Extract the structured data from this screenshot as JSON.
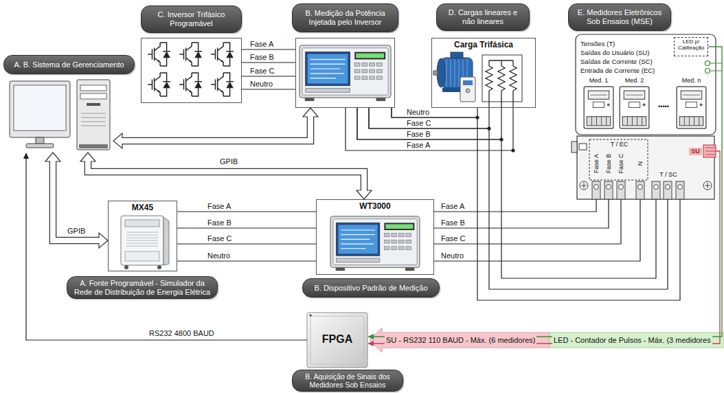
{
  "diagram": {
    "nodes": [
      {
        "text": [
          "A. B. Sistema de Gerenciamento"
        ]
      },
      {
        "text": [
          "C. Inversor Trifásico Programável"
        ]
      },
      {
        "text": [
          "B. Medição da Potência Injetada pelo Inversor"
        ]
      },
      {
        "text": [
          "D. Cargas lineares e não lineares",
          "Carga Trifásica"
        ]
      },
      {
        "text": [
          "E. Medidores Eletrônicos Sob Ensaios (MSE)",
          "Tensões (T)",
          "Saídas do Usuário (SU)",
          "Saídas de Corrente (SC)",
          "Entrada de Corrente (EC)"
        ]
      },
      {
        "text": [
          "LED p/ Calibração"
        ],
        "in": 4
      },
      {
        "text": [
          "Med. 1"
        ],
        "in": 4
      },
      {
        "text": [
          "Med. 2"
        ],
        "in": 4
      },
      {
        "text": [
          "Med. n"
        ],
        "in": 4
      },
      {
        "text": [
          "MX45",
          "A. Fonte Programável - Simulador da Rede de Distribuição de Energia Elétrica"
        ]
      },
      {
        "text": [
          "WT3000",
          "B. Dispositivo Padrão de Medição"
        ]
      },
      {
        "text": [
          "FPGA",
          "B. Aquisição de Sinais dos Medidores Sob Ensaios"
        ]
      }
    ],
    "edges": [
      {
        "from": 1,
        "to": 2,
        "label": "Fase A",
        "arrow": "none"
      },
      {
        "from": 1,
        "to": 2,
        "label": "Fase B",
        "arrow": "none"
      },
      {
        "from": 1,
        "to": 2,
        "label": "Fase C",
        "arrow": "none"
      },
      {
        "from": 1,
        "to": 2,
        "label": "Neutro",
        "arrow": "none"
      },
      {
        "from": 2,
        "to": 0,
        "arrow": "both"
      },
      {
        "from": 0,
        "to": 10,
        "label": "GPIB",
        "arrow": "both"
      },
      {
        "from": 0,
        "to": 9,
        "label": "GPIB",
        "arrow": "both"
      },
      {
        "from": 9,
        "to": 10,
        "label": "Fase A",
        "arrow": "none"
      },
      {
        "from": 9,
        "to": 10,
        "label": "Fase B",
        "arrow": "none"
      },
      {
        "from": 9,
        "to": 10,
        "label": "Fase C",
        "arrow": "none"
      },
      {
        "from": 9,
        "to": 10,
        "label": "Neutro",
        "arrow": "none"
      },
      {
        "from": 10,
        "to": 4,
        "label": "Fase A",
        "arrow": "none"
      },
      {
        "from": 10,
        "to": 4,
        "label": "Fase B",
        "arrow": "none"
      },
      {
        "from": 10,
        "to": 4,
        "label": "Fase C",
        "arrow": "none"
      },
      {
        "from": 10,
        "to": 4,
        "label": "Neutro",
        "arrow": "none"
      },
      {
        "from": 2,
        "to": 3,
        "label": "Neutro",
        "arrow": "none"
      },
      {
        "from": 2,
        "to": 3,
        "label": "Fase C",
        "arrow": "none"
      },
      {
        "from": 2,
        "to": 3,
        "label": "Fase B",
        "arrow": "none"
      },
      {
        "from": 2,
        "to": 3,
        "label": "Fase A",
        "arrow": "none"
      },
      {
        "from": 2,
        "to": 4,
        "arrow": "none"
      },
      {
        "from": 2,
        "to": 4,
        "arrow": "none"
      },
      {
        "from": 2,
        "to": 4,
        "arrow": "none"
      },
      {
        "from": 11,
        "to": 0,
        "label": "RS232 4800 BAUD",
        "arrow": "to"
      },
      {
        "from": 4,
        "to": 11,
        "label": "SU - RS232 110 BAUD - Máx. (6 medidores)",
        "arrow": "to"
      },
      {
        "from": 5,
        "to": 11,
        "label": "LED - Contador de Pulsos - Máx. (3 medidores",
        "arrow": "to"
      }
    ],
    "labels": [
      "T / EC",
      "Fase A",
      "Fase B",
      "Fase C",
      "N",
      "T / SC",
      "SU",
      "•••••"
    ]
  }
}
